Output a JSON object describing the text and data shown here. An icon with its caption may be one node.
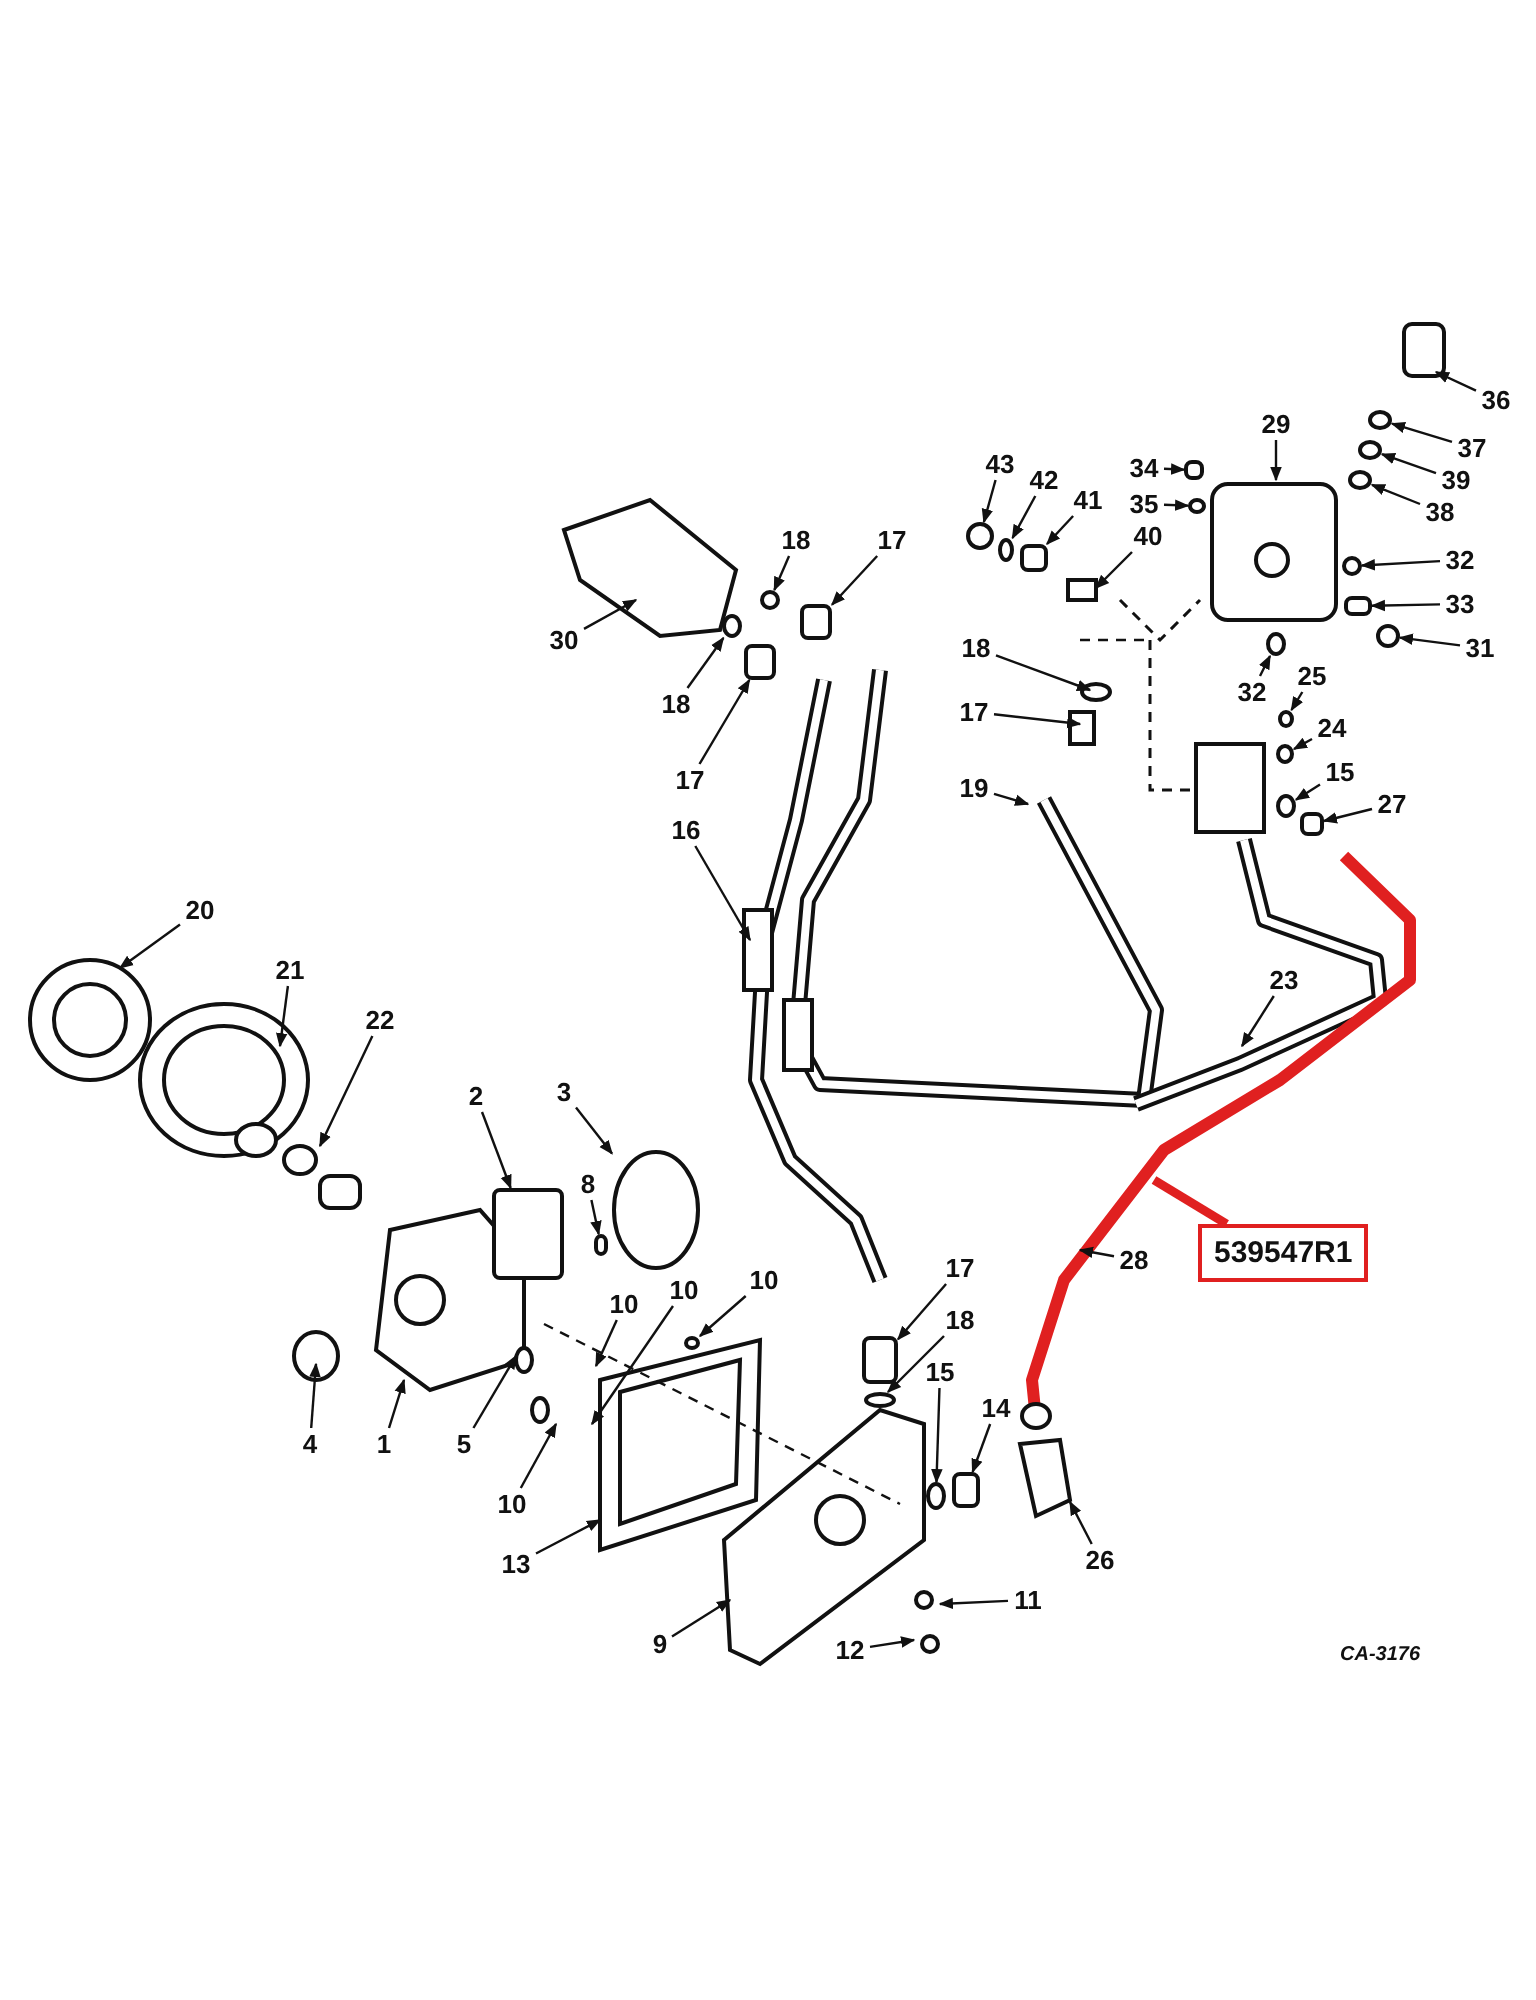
{
  "diagram": {
    "nodes": [
      {
        "text": [
          "36"
        ]
      },
      {
        "text": [
          "37"
        ]
      },
      {
        "text": [
          "39"
        ]
      },
      {
        "text": [
          "38"
        ]
      },
      {
        "text": [
          "29"
        ]
      },
      {
        "text": [
          "34"
        ]
      },
      {
        "text": [
          "35"
        ]
      },
      {
        "text": [
          "43"
        ]
      },
      {
        "text": [
          "42"
        ]
      },
      {
        "text": [
          "41"
        ]
      },
      {
        "text": [
          "40"
        ]
      },
      {
        "text": [
          "32"
        ]
      },
      {
        "text": [
          "33"
        ]
      },
      {
        "text": [
          "31"
        ]
      },
      {
        "text": [
          "32"
        ]
      },
      {
        "text": [
          "25"
        ]
      },
      {
        "text": [
          "24"
        ]
      },
      {
        "text": [
          "15"
        ]
      },
      {
        "text": [
          "27"
        ]
      },
      {
        "text": [
          "18"
        ]
      },
      {
        "text": [
          "17"
        ]
      },
      {
        "text": [
          "19"
        ]
      },
      {
        "text": [
          "30"
        ]
      },
      {
        "text": [
          "18"
        ]
      },
      {
        "text": [
          "17"
        ]
      },
      {
        "text": [
          "18"
        ]
      },
      {
        "text": [
          "17"
        ]
      },
      {
        "text": [
          "16"
        ]
      },
      {
        "text": [
          "23"
        ]
      },
      {
        "text": [
          "28"
        ]
      },
      {
        "text": [
          "20"
        ]
      },
      {
        "text": [
          "21"
        ]
      },
      {
        "text": [
          "22"
        ]
      },
      {
        "text": [
          "2"
        ]
      },
      {
        "text": [
          "3"
        ]
      },
      {
        "text": [
          "8"
        ]
      },
      {
        "text": [
          "10"
        ]
      },
      {
        "text": [
          "10"
        ]
      },
      {
        "text": [
          "10"
        ]
      },
      {
        "text": [
          "10"
        ]
      },
      {
        "text": [
          "4"
        ]
      },
      {
        "text": [
          "1"
        ]
      },
      {
        "text": [
          "5"
        ]
      },
      {
        "text": [
          "13"
        ]
      },
      {
        "text": [
          "9"
        ]
      },
      {
        "text": [
          "17"
        ]
      },
      {
        "text": [
          "18"
        ]
      },
      {
        "text": [
          "15"
        ]
      },
      {
        "text": [
          "14"
        ]
      },
      {
        "text": [
          "26"
        ]
      },
      {
        "text": [
          "11"
        ]
      },
      {
        "text": [
          "12"
        ]
      },
      {
        "text": [
          "539547R1"
        ]
      },
      {
        "text": [],
        "shape": "box"
      },
      {
        "text": [],
        "shape": "circle"
      },
      {
        "text": [],
        "shape": "box"
      },
      {
        "text": [],
        "shape": "box"
      },
      {
        "text": [],
        "shape": "box"
      },
      {
        "text": [],
        "shape": "box"
      },
      {
        "text": [],
        "shape": "circle"
      },
      {
        "text": [],
        "shape": "circle"
      },
      {
        "text": [],
        "shape": "circle"
      },
      {
        "text": [],
        "shape": "box"
      },
      {
        "text": [],
        "shape": "circle"
      },
      {
        "text": [],
        "shape": "circle"
      },
      {
        "text": [],
        "shape": "circle"
      },
      {
        "text": [],
        "shape": "circle"
      },
      {
        "text": [],
        "shape": "box"
      },
      {
        "text": [],
        "shape": "circle"
      },
      {
        "text": [],
        "shape": "circle"
      },
      {
        "text": [],
        "shape": "circle"
      },
      {
        "text": [],
        "shape": "circle"
      },
      {
        "text": [],
        "shape": "circle"
      },
      {
        "text": [],
        "shape": "circle"
      },
      {
        "text": [],
        "shape": "box"
      },
      {
        "text": [],
        "shape": "circle"
      },
      {
        "text": [],
        "shape": "box"
      },
      {
        "text": [],
        "shape": "box"
      },
      {
        "text": [],
        "shape": "box"
      },
      {
        "text": [],
        "shape": "circle"
      },
      {
        "text": [],
        "shape": "circle"
      }
    ],
    "edges": [
      {
        "from": 0,
        "to": null,
        "arrow": "to"
      },
      {
        "from": 1,
        "to": 70,
        "arrow": "to"
      },
      {
        "from": 2,
        "to": 71,
        "arrow": "to"
      },
      {
        "from": 3,
        "to": 68,
        "arrow": "to"
      },
      {
        "from": 4,
        "to": null,
        "arrow": "to"
      },
      {
        "from": 5,
        "to": 62,
        "arrow": "to"
      },
      {
        "from": 6,
        "to": 72,
        "arrow": "to"
      },
      {
        "from": 7,
        "to": 61,
        "arrow": "to"
      },
      {
        "from": 8,
        "to": 73,
        "arrow": "to"
      },
      {
        "from": 9,
        "to": 78,
        "arrow": "to"
      },
      {
        "from": 10,
        "to": null,
        "arrow": "to"
      },
      {
        "from": 11,
        "to": 79,
        "arrow": "to"
      },
      {
        "from": 12,
        "to": 74,
        "arrow": "to"
      },
      {
        "from": 13,
        "to": 69,
        "arrow": "to"
      },
      {
        "from": 14,
        "to": 63,
        "arrow": "to"
      },
      {
        "from": 15,
        "to": 64,
        "arrow": "to"
      },
      {
        "from": 16,
        "to": 65,
        "arrow": "to"
      },
      {
        "from": 17,
        "to": 66,
        "arrow": "to"
      },
      {
        "from": 18,
        "to": 67,
        "arrow": "to"
      },
      {
        "from": 19,
        "to": null,
        "arrow": "to"
      },
      {
        "from": 20,
        "to": null,
        "arrow": "to"
      },
      {
        "from": 21,
        "to": null,
        "arrow": "to"
      },
      {
        "from": 22,
        "to": null,
        "arrow": "to"
      },
      {
        "from": 23,
        "to": 75,
        "arrow": "to"
      },
      {
        "from": 24,
        "to": 57,
        "arrow": "to"
      },
      {
        "from": 25,
        "to": 80,
        "arrow": "to"
      },
      {
        "from": 26,
        "to": 56,
        "arrow": "to"
      },
      {
        "from": 27,
        "to": null,
        "arrow": "to"
      },
      {
        "from": 28,
        "to": null,
        "arrow": "to"
      },
      {
        "from": 29,
        "to": null,
        "arrow": "to"
      },
      {
        "from": 30,
        "to": null,
        "arrow": "to"
      },
      {
        "from": 31,
        "to": null,
        "arrow": "to"
      },
      {
        "from": 32,
        "to": null,
        "arrow": "to"
      },
      {
        "from": 33,
        "to": 53,
        "arrow": "to"
      },
      {
        "from": 34,
        "to": 54,
        "arrow": "to"
      },
      {
        "from": 35,
        "to": 76,
        "arrow": "to"
      },
      {
        "from": 36,
        "to": null,
        "arrow": "to"
      },
      {
        "from": 37,
        "to": null,
        "arrow": "to"
      },
      {
        "from": 38,
        "to": 55,
        "arrow": "to"
      },
      {
        "from": 39,
        "to": null,
        "arrow": "to"
      },
      {
        "from": 40,
        "to": null,
        "arrow": "to"
      },
      {
        "from": 41,
        "to": null,
        "arrow": "to"
      },
      {
        "from": 42,
        "to": null,
        "arrow": "to"
      },
      {
        "from": 43,
        "to": null,
        "arrow": "to"
      },
      {
        "from": 44,
        "to": null,
        "arrow": "to"
      },
      {
        "from": 45,
        "to": 58,
        "arrow": "to"
      },
      {
        "from": 46,
        "to": 59,
        "arrow": "to"
      },
      {
        "from": 47,
        "to": 60,
        "arrow": "to"
      },
      {
        "from": 48,
        "to": 77,
        "arrow": "to"
      },
      {
        "from": 49,
        "to": null,
        "arrow": "to"
      },
      {
        "from": 50,
        "to": null,
        "arrow": "to"
      },
      {
        "from": 51,
        "to": null,
        "arrow": "to"
      },
      {
        "from": 52,
        "to": null,
        "arrow": "none",
        "style": "thick",
        "color": "#e02020"
      }
    ],
    "labels": [
      "CA-3176"
    ]
  }
}
